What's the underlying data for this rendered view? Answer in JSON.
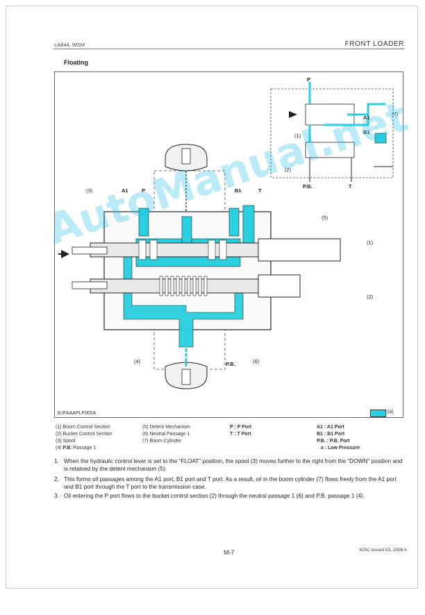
{
  "header": {
    "doc_code": "LA844, WSM",
    "section": "FRONT LOADER"
  },
  "title": "Floating",
  "figure": {
    "id": "3UFAAAPLP005A",
    "labels": {
      "p_top": "P",
      "a1_top": "A1",
      "b1_top": "B1",
      "t_top": "T",
      "pb_top": "P.B.",
      "c1_top": "(1)",
      "c2_top": "(2)",
      "c7_top": "(7)",
      "c3": "(3)",
      "a1": "A1",
      "p": "P",
      "b1": "B1",
      "t": "T",
      "c5": "(5)",
      "c1": "(1)",
      "c2": "(2)",
      "c4": "(4)",
      "pb": "P.B.",
      "c6": "(6)"
    },
    "legend": ":(a)",
    "accent": "#2ad0df"
  },
  "captions": {
    "c1": "(1)  Boom Control Section",
    "c2": "(2)  Bucket Control Section",
    "c3": "(3)  Spool",
    "c4a": "(4) ",
    "c4b": "P.B.",
    "c4c": " Passage 1",
    "c5": "(5)  Detent Mechanism",
    "c6": "(6)  Neutral Passage 1",
    "c7": "(7)  Boom Cylinder",
    "p": "P : P Port",
    "t": "T : T Port",
    "a1": "A1 : A1 Port",
    "b1": "B1 : B1 Port",
    "pb": "P.B. : P.B. Port",
    "a": "a : Low Pressure"
  },
  "paragraphs": [
    {
      "num": "1.",
      "text": "When the hydraulic control lever is set to the “FLOAT” position, the spool (3) moves further to the right from the “DOWN” position and is retained by the detent mechanism (5)."
    },
    {
      "num": "2.",
      "text": "This forms oil passages among the A1 port, B1 port and T port.  As a result, oil in the boom cylinder (7) flows freely from the A1 port and B1 port through the T port to the transmission case."
    },
    {
      "num": "3.",
      "text": "Oil entering the P port flows to the bucket control section (2) through the neutral passage 1 (6) and P.B. passage 1 (4)."
    }
  ],
  "footer": {
    "page": "M-7",
    "issued": "KiSC issued 03, 2008 A"
  },
  "watermark": "AutoManual.net"
}
